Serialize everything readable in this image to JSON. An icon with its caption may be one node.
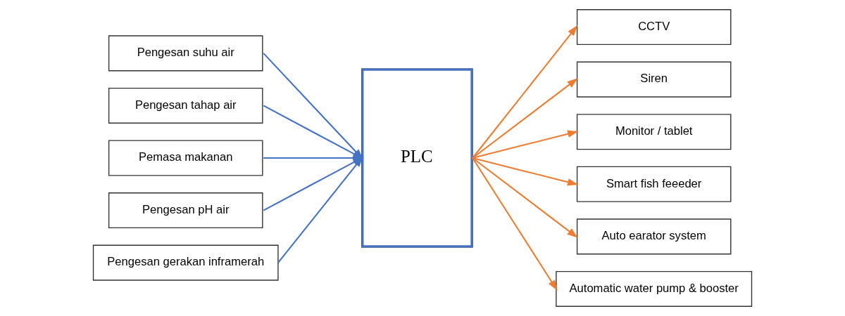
{
  "diagram": {
    "nodes": [
      {
        "text": [
          "Pengesan suhu air"
        ]
      },
      {
        "text": [
          "Pengesan tahap air"
        ]
      },
      {
        "text": [
          "Pemasa makanan"
        ]
      },
      {
        "text": [
          "Pengesan pH air"
        ]
      },
      {
        "text": [
          "Pengesan gerakan inframerah"
        ]
      },
      {
        "text": [
          "PLC"
        ]
      },
      {
        "text": [
          "CCTV"
        ]
      },
      {
        "text": [
          "Siren"
        ]
      },
      {
        "text": [
          "Monitor / tablet"
        ]
      },
      {
        "text": [
          "Smart fish feeeder"
        ]
      },
      {
        "text": [
          "Auto earator system"
        ]
      },
      {
        "text": [
          "Automatic water pump & booster"
        ]
      }
    ],
    "edges": [
      {
        "from": 0,
        "to": 5,
        "arrow": "to",
        "color": "#4472c4"
      },
      {
        "from": 1,
        "to": 5,
        "arrow": "to",
        "color": "#4472c4"
      },
      {
        "from": 2,
        "to": 5,
        "arrow": "to",
        "color": "#4472c4"
      },
      {
        "from": 3,
        "to": 5,
        "arrow": "to",
        "color": "#4472c4"
      },
      {
        "from": 4,
        "to": 5,
        "arrow": "to",
        "color": "#4472c4"
      },
      {
        "from": 5,
        "to": 6,
        "arrow": "to"
      },
      {
        "from": 5,
        "to": 7,
        "arrow": "to"
      },
      {
        "from": 5,
        "to": 8,
        "arrow": "to"
      },
      {
        "from": 5,
        "to": 9,
        "arrow": "to"
      },
      {
        "from": 5,
        "to": 10,
        "arrow": "to"
      },
      {
        "from": 5,
        "to": 11,
        "arrow": "to"
      }
    ]
  }
}
